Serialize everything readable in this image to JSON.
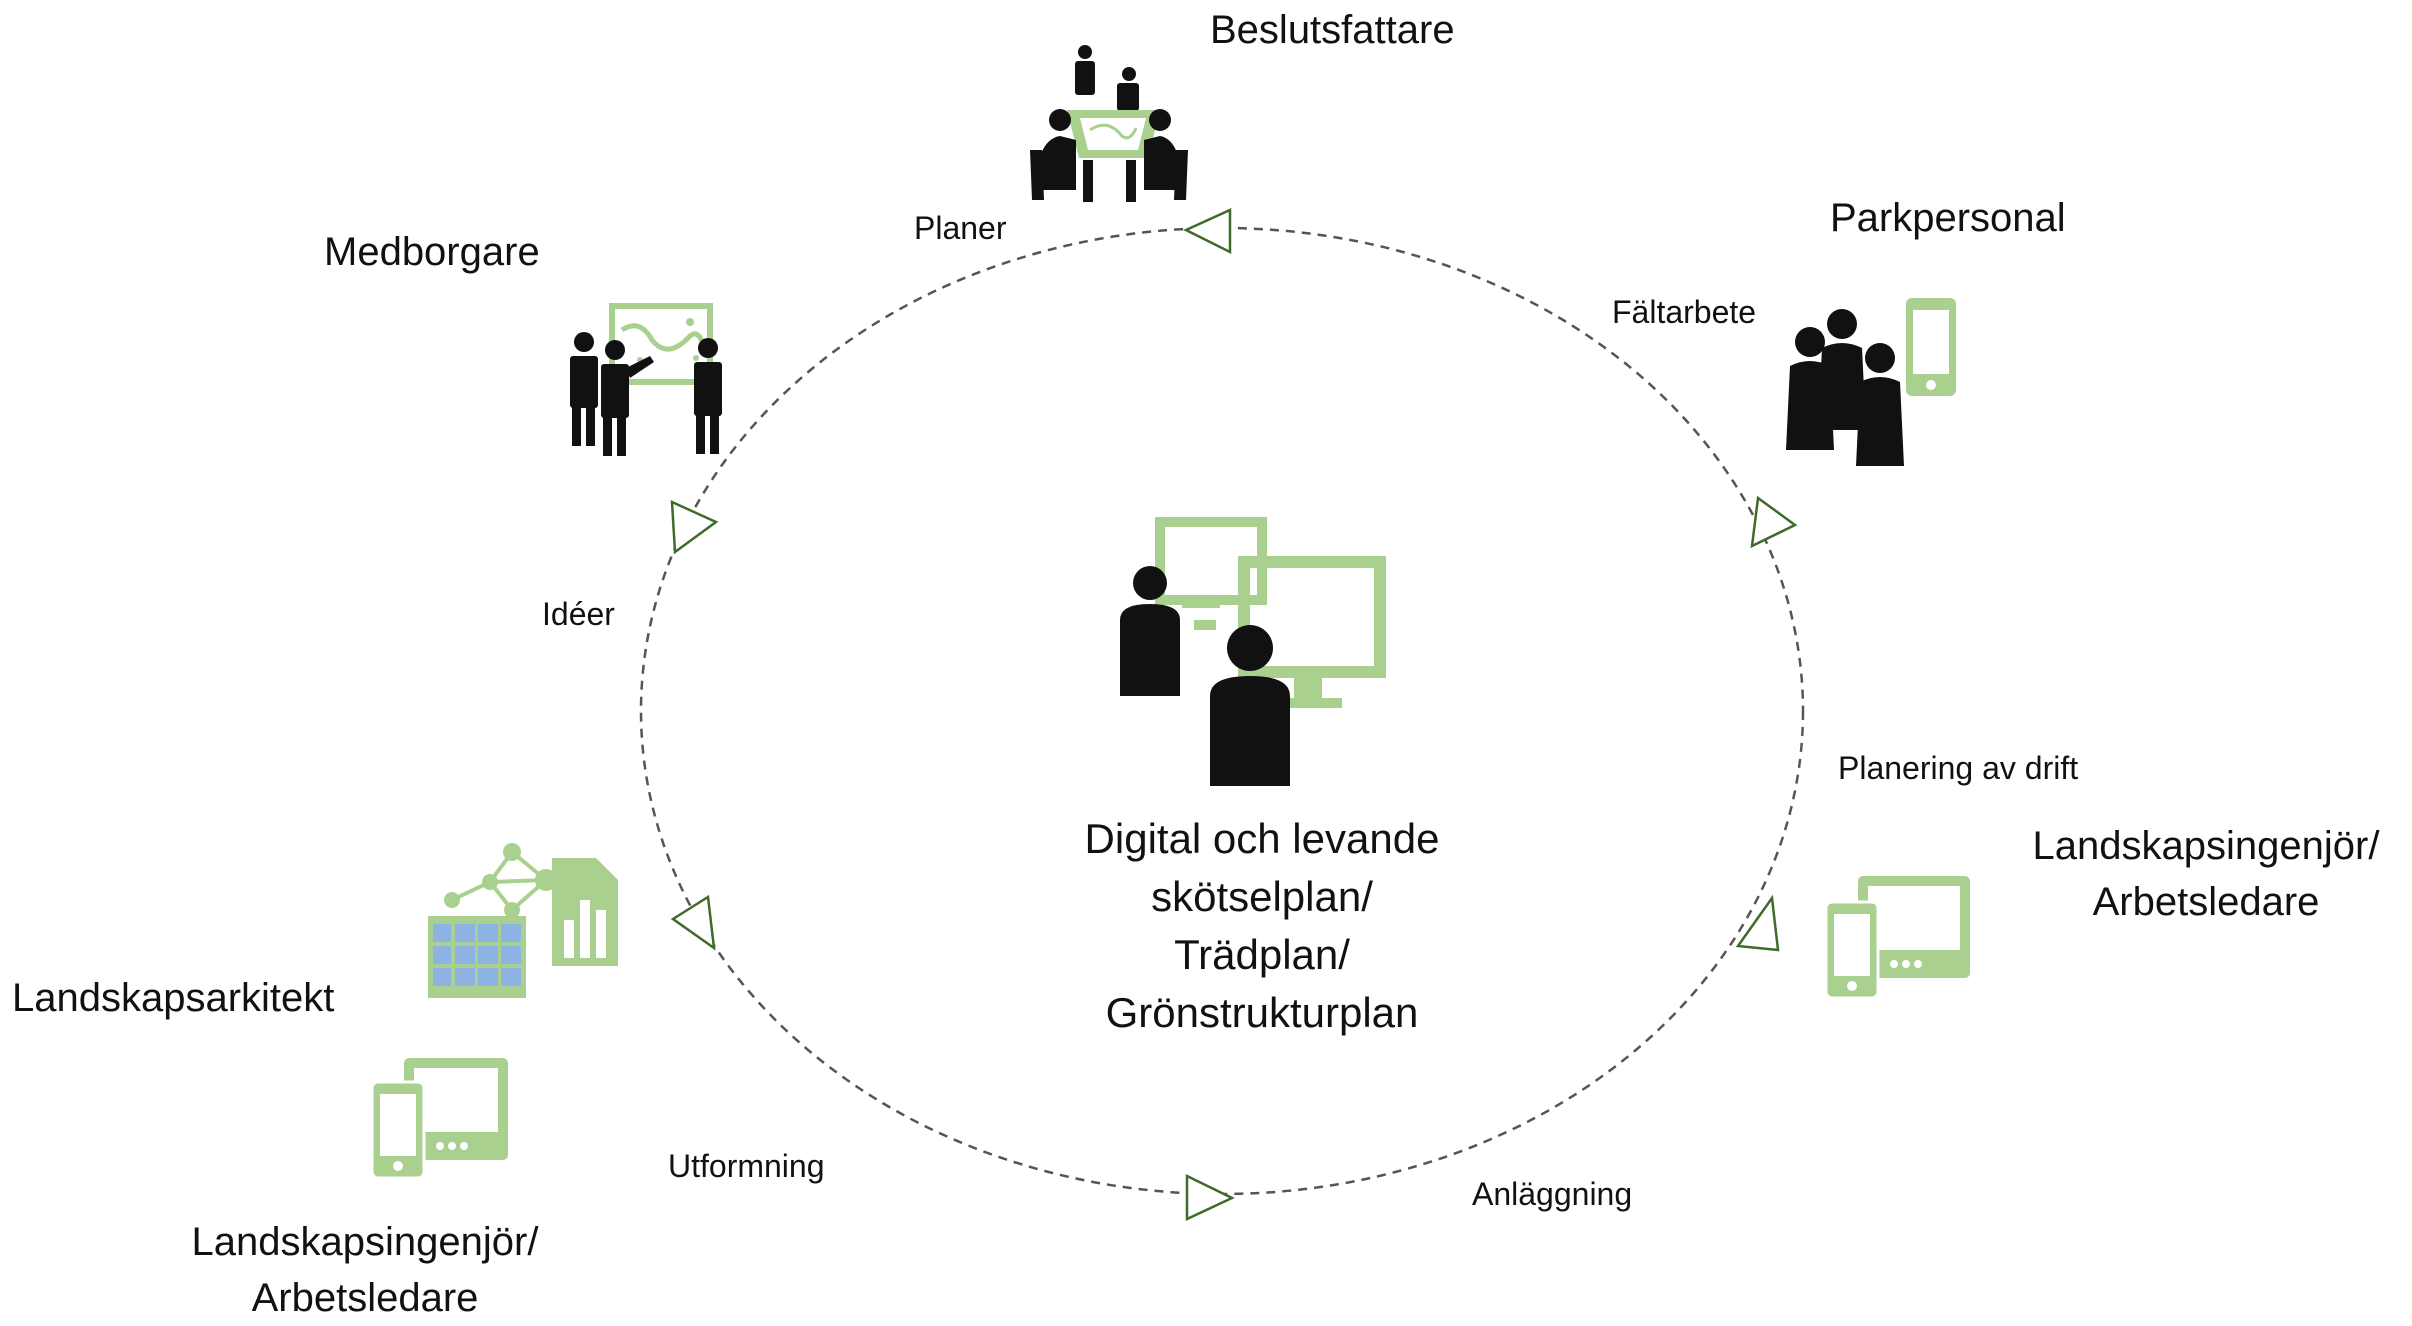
{
  "colors": {
    "green": "#a9d08e",
    "dark_green": "#3f6b2a",
    "black": "#111111",
    "dash": "#555555",
    "table_blue": "#8db3e2"
  },
  "center_text": [
    "Digital och levande",
    "skötselplan/",
    "Trädplan/",
    "Grönstrukturplan"
  ],
  "roles": {
    "beslutsfattare": "Beslutsfattare",
    "parkpersonal": "Parkpersonal",
    "medborgare": "Medborgare",
    "landskapsarkitekt": "Landskapsarkitekt",
    "landskapsingenjor_right": [
      "Landskapsingenjör/",
      "Arbetsledare"
    ],
    "landskapsingenjor_left": [
      "Landskapsingenjör/",
      "Arbetsledare"
    ]
  },
  "phases": {
    "planer": "Planer",
    "faltarbete": "Fältarbete",
    "ideer": "Idéer",
    "planering": "Planering av drift",
    "utformning": "Utformning",
    "anlaggning": "Anläggning"
  },
  "icons": {
    "center": "people-at-computers-icon",
    "beslutsfattare": "meeting-around-table-icon",
    "parkpersonal": "staff-with-phone-icon",
    "medborgare": "people-at-map-board-icon",
    "landskapsarkitekt": "data-network-table-chart-icon",
    "landskapsingenjor": "phone-and-tablet-icon"
  }
}
